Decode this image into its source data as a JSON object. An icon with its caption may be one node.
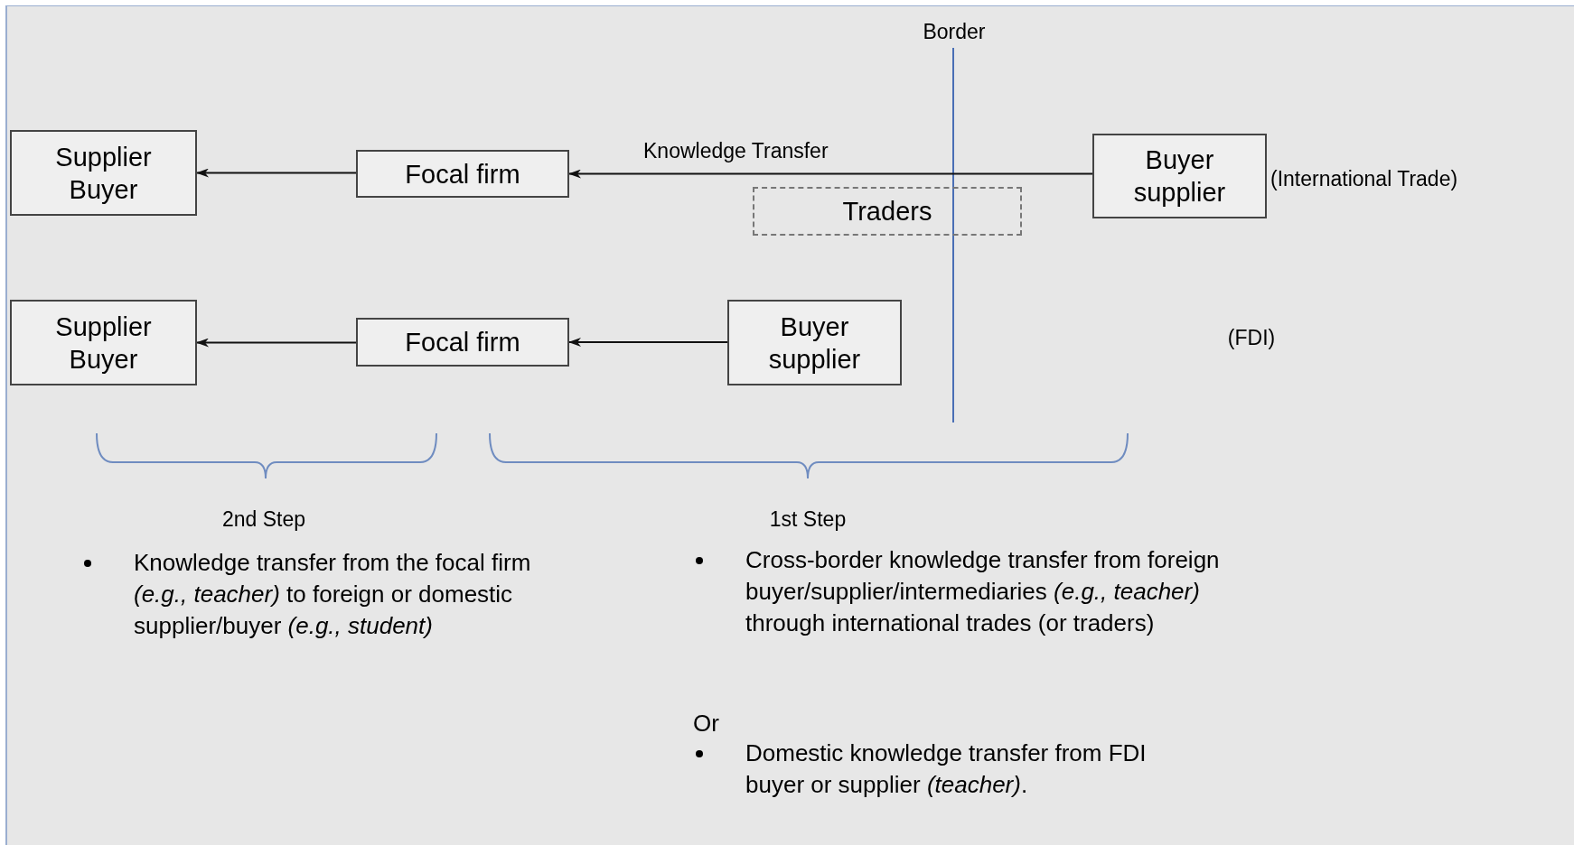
{
  "diagram": {
    "nodes": [
      {
        "text": [
          "Supplier Buyer"
        ]
      },
      {
        "text": [
          "Focal firm"
        ]
      },
      {
        "text": [
          "Buyer supplier"
        ],
        "beside": [
          "(International Trade)"
        ]
      },
      {
        "text": [
          "Traders"
        ]
      },
      {
        "text": [
          "Supplier Buyer"
        ]
      },
      {
        "text": [
          "Focal firm"
        ]
      },
      {
        "text": [
          "Buyer supplier"
        ]
      }
    ],
    "edges": [
      {
        "from": 2,
        "to": 1,
        "arrow": "to",
        "label": "Knowledge Transfer"
      },
      {
        "from": 1,
        "to": 0,
        "arrow": "to"
      },
      {
        "from": 6,
        "to": 5,
        "arrow": "to"
      },
      {
        "from": 5,
        "to": 4,
        "arrow": "to"
      }
    ],
    "labels": [
      "Border",
      "(FDI)",
      "2nd Step",
      "1st Step",
      "Knowledge transfer from the focal firm *(e.g., teacher)* to foreign or domestic supplier/buyer *(e.g., student)*",
      "Cross-border knowledge transfer from foreign buyer/supplier/intermediaries *(e.g., teacher)* through international trades (or traders)",
      "Or",
      "Domestic knowledge transfer from FDI buyer or supplier *(teacher)*."
    ]
  }
}
